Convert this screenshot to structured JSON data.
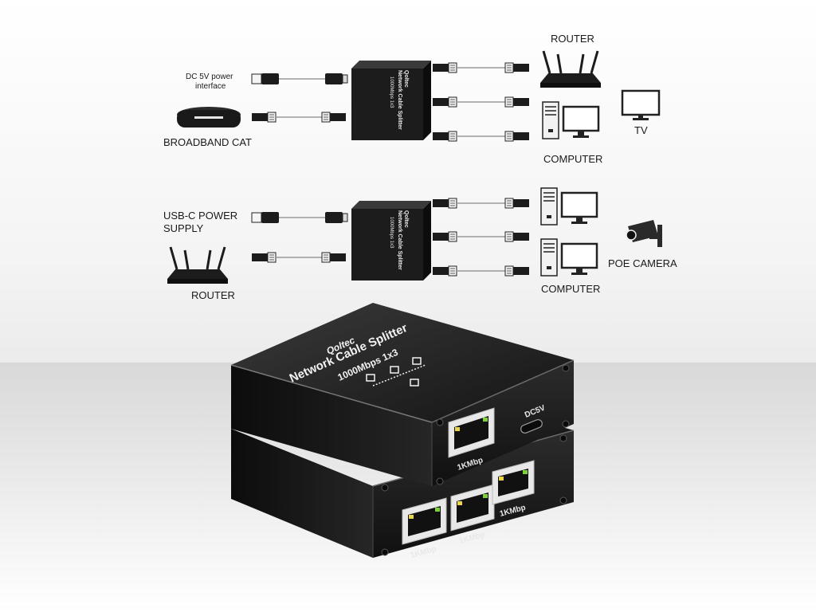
{
  "diagram1": {
    "dc_power_label_line1": "DC 5V power",
    "dc_power_label_line2": "interface",
    "source_label": "BROADBAND CAT",
    "router_label": "ROUTER",
    "computer_label": "COMPUTER",
    "tv_label": "TV"
  },
  "diagram2": {
    "power_label_line1": "USB-C POWER",
    "power_label_line2": "SUPPLY",
    "source_label": "ROUTER",
    "camera_label": "POE CAMERA",
    "computer_label": "COMPUTER"
  },
  "device_small": {
    "title": "Network Cable Splitter",
    "subtitle": "1000Mbps 1x3",
    "brand": "Qoltec"
  },
  "product": {
    "brand": "Qoltec",
    "title": "Network Cable Splitter",
    "subtitle": "1000Mbps 1x3",
    "power_port_label": "DC5V",
    "top_port_label": "1KMbp",
    "bottom_port_labels": [
      "1KMbp",
      "1KMbp",
      "1KMbp"
    ]
  },
  "colors": {
    "device_body": "#1e1e1e",
    "cable": "#9a9a9a",
    "label_text": "#1a1a1a",
    "port_led_green": "#7fd13b",
    "port_led_yellow": "#e9d64a"
  }
}
